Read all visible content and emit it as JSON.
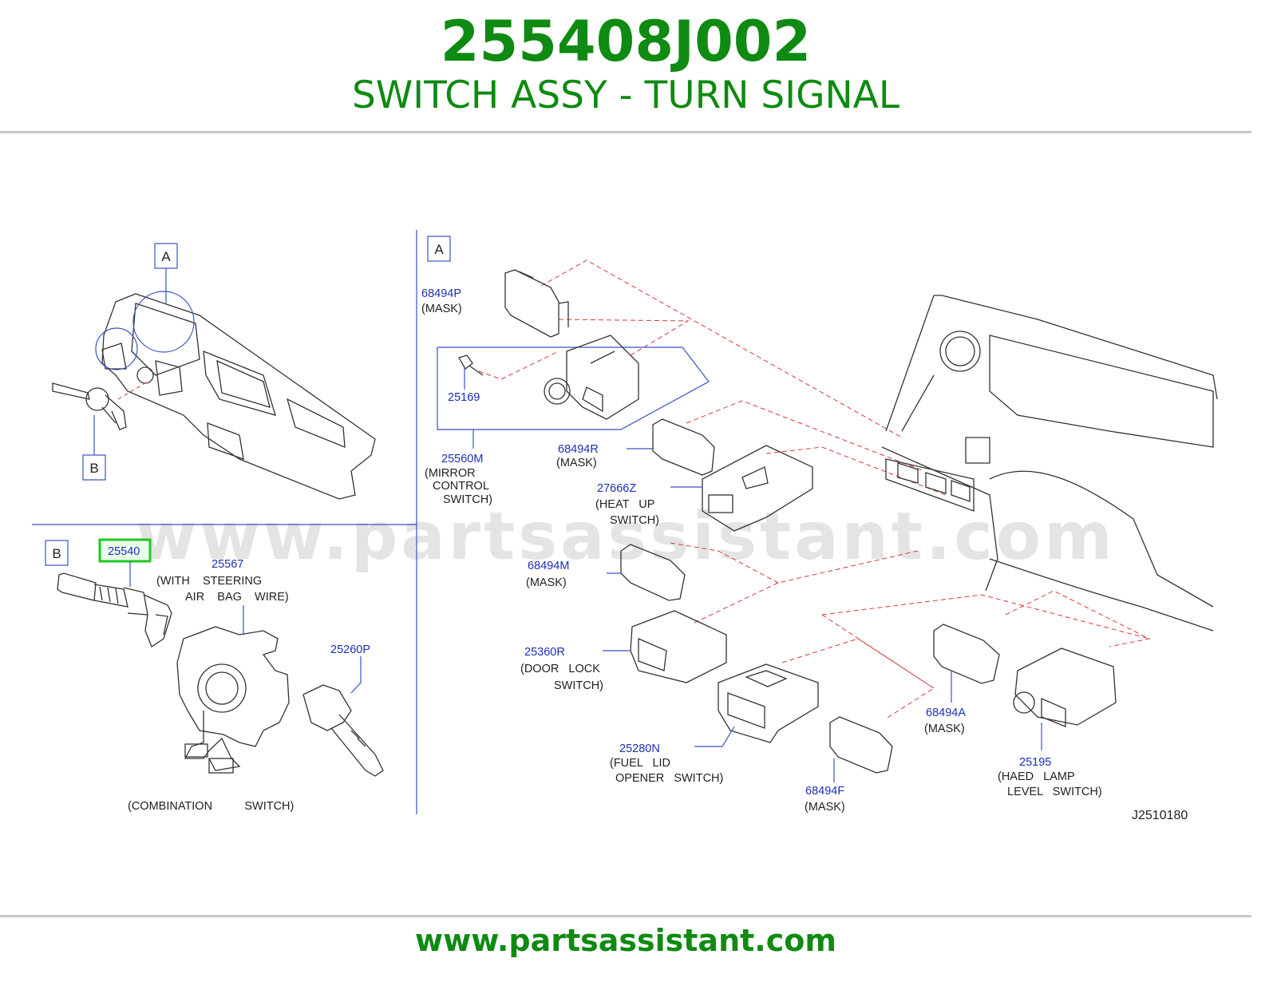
{
  "header": {
    "part_number": "255408J002",
    "part_name": "SWITCH ASSY - TURN SIGNAL"
  },
  "footer": {
    "url": "www.partsassistant.com"
  },
  "watermark": "www.partsassistant.com",
  "diagram": {
    "code": "J2510180",
    "section_a_label": "A",
    "section_b_label": "B",
    "highlight_color": "#22c722",
    "labels": {
      "p68494P": "68494P",
      "p68494P_desc": "(MASK)",
      "p25169": "25169",
      "p25560M": "25560M",
      "p25560M_desc1": "(MIRROR",
      "p25560M_desc2": "CONTROL",
      "p25560M_desc3": "SWITCH)",
      "p68494R": "68494R",
      "p68494R_desc": "(MASK)",
      "p27666Z": "27666Z",
      "p27666Z_desc1": "(HEAT   UP",
      "p27666Z_desc2": "SWITCH)",
      "p68494M": "68494M",
      "p68494M_desc": "(MASK)",
      "p25360R": "25360R",
      "p25360R_desc1": "(DOOR   LOCK",
      "p25360R_desc2": "SWITCH)",
      "p25280N": "25280N",
      "p25280N_desc1": "(FUEL   LID",
      "p25280N_desc2": "OPENER   SWITCH)",
      "p68494F": "68494F",
      "p68494F_desc": "(MASK)",
      "p68494A": "68494A",
      "p68494A_desc": "(MASK)",
      "p25195": "25195",
      "p25195_desc1": "(HAED   LAMP",
      "p25195_desc2": "LEVEL   SWITCH)",
      "p25540": "25540",
      "p25567": "25567",
      "p25567_desc1": "(WITH    STEERING",
      "p25567_desc2": "AIR    BAG    WIRE)",
      "p25260P": "25260P",
      "combination": "(COMBINATION          SWITCH)"
    }
  }
}
